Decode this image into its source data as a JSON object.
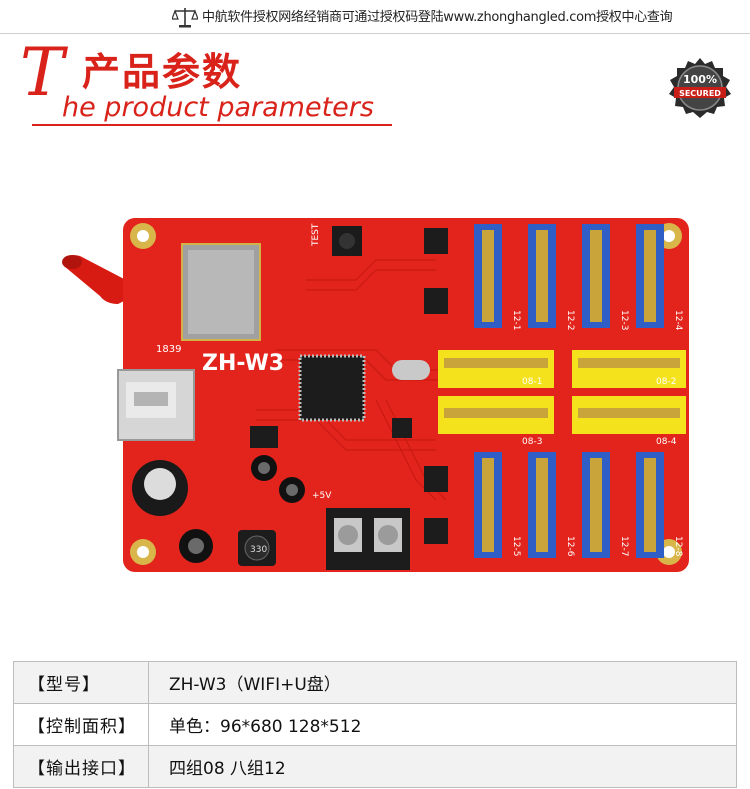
{
  "top_notice": "中航软件授权网络经销商可通过授权码登陆www.zhonghangled.com授权中心查询",
  "title": {
    "big_letter": "T",
    "chinese": "产品参数",
    "english": "he product parameters"
  },
  "badge": {
    "percent": "100%",
    "label": "SECURED"
  },
  "board": {
    "model": "ZH-W3",
    "test_label": "TEST",
    "power_label": "+5V",
    "inductor_label": "330",
    "chip_code": "1839",
    "port_labels_top": [
      "12-1",
      "12-2",
      "12-3",
      "12-4"
    ],
    "port_labels_bottom": [
      "12-5",
      "12-6",
      "12-7",
      "12-8"
    ],
    "port_labels_08_left": [
      "08-1",
      "08-3"
    ],
    "port_labels_08_right": [
      "08-2",
      "08-4"
    ]
  },
  "spec_table": [
    {
      "key": "【型号】",
      "value": "ZH-W3（WIFI+U盘）"
    },
    {
      "key": "【控制面积】",
      "value": "单色：96*680  128*512"
    },
    {
      "key": "【输出接口】",
      "value": "四组08  八组12"
    }
  ],
  "colors": {
    "brand_red": "#d9221a",
    "pcb_red": "#e3241c",
    "header_blue": "#2f5fc6",
    "header_yellow": "#f4e21d"
  }
}
